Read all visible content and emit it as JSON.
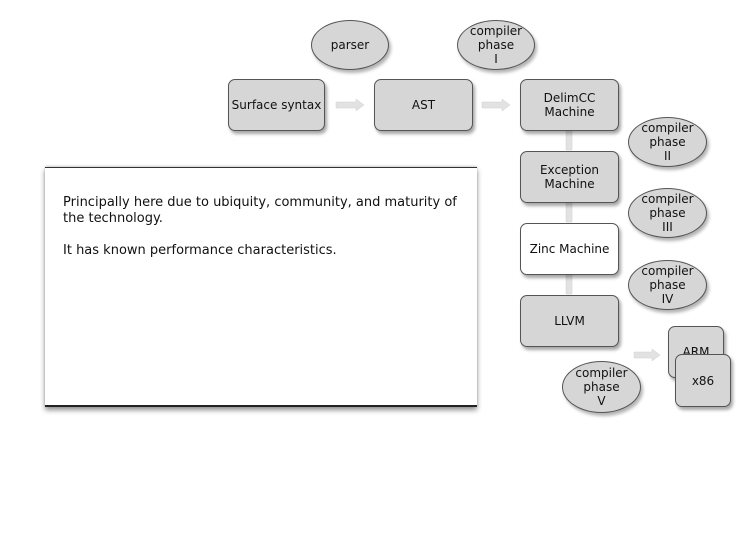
{
  "nodes": {
    "surface_syntax": "Surface syntax",
    "ast": "AST",
    "delimcc": "DelimCC\nMachine",
    "exception": "Exception\nMachine",
    "zinc": "Zinc Machine",
    "llvm": "LLVM",
    "arm": "ARM",
    "x86": "x86"
  },
  "labels": {
    "parser": "parser",
    "phase1": "compiler\nphase\nI",
    "phase2": "compiler\nphase\nII",
    "phase3": "compiler\nphase\nIII",
    "phase4": "compiler\nphase\nIV",
    "phase5": "compiler\nphase\nV"
  },
  "note": {
    "line1": "Principally here due to ubiquity, community, and maturity of the technology.",
    "line2": "It has known performance characteristics."
  },
  "colors": {
    "node_fill": "#d6d6d6",
    "highlight_fill": "#ffffff",
    "arrow": "#dddddd"
  }
}
